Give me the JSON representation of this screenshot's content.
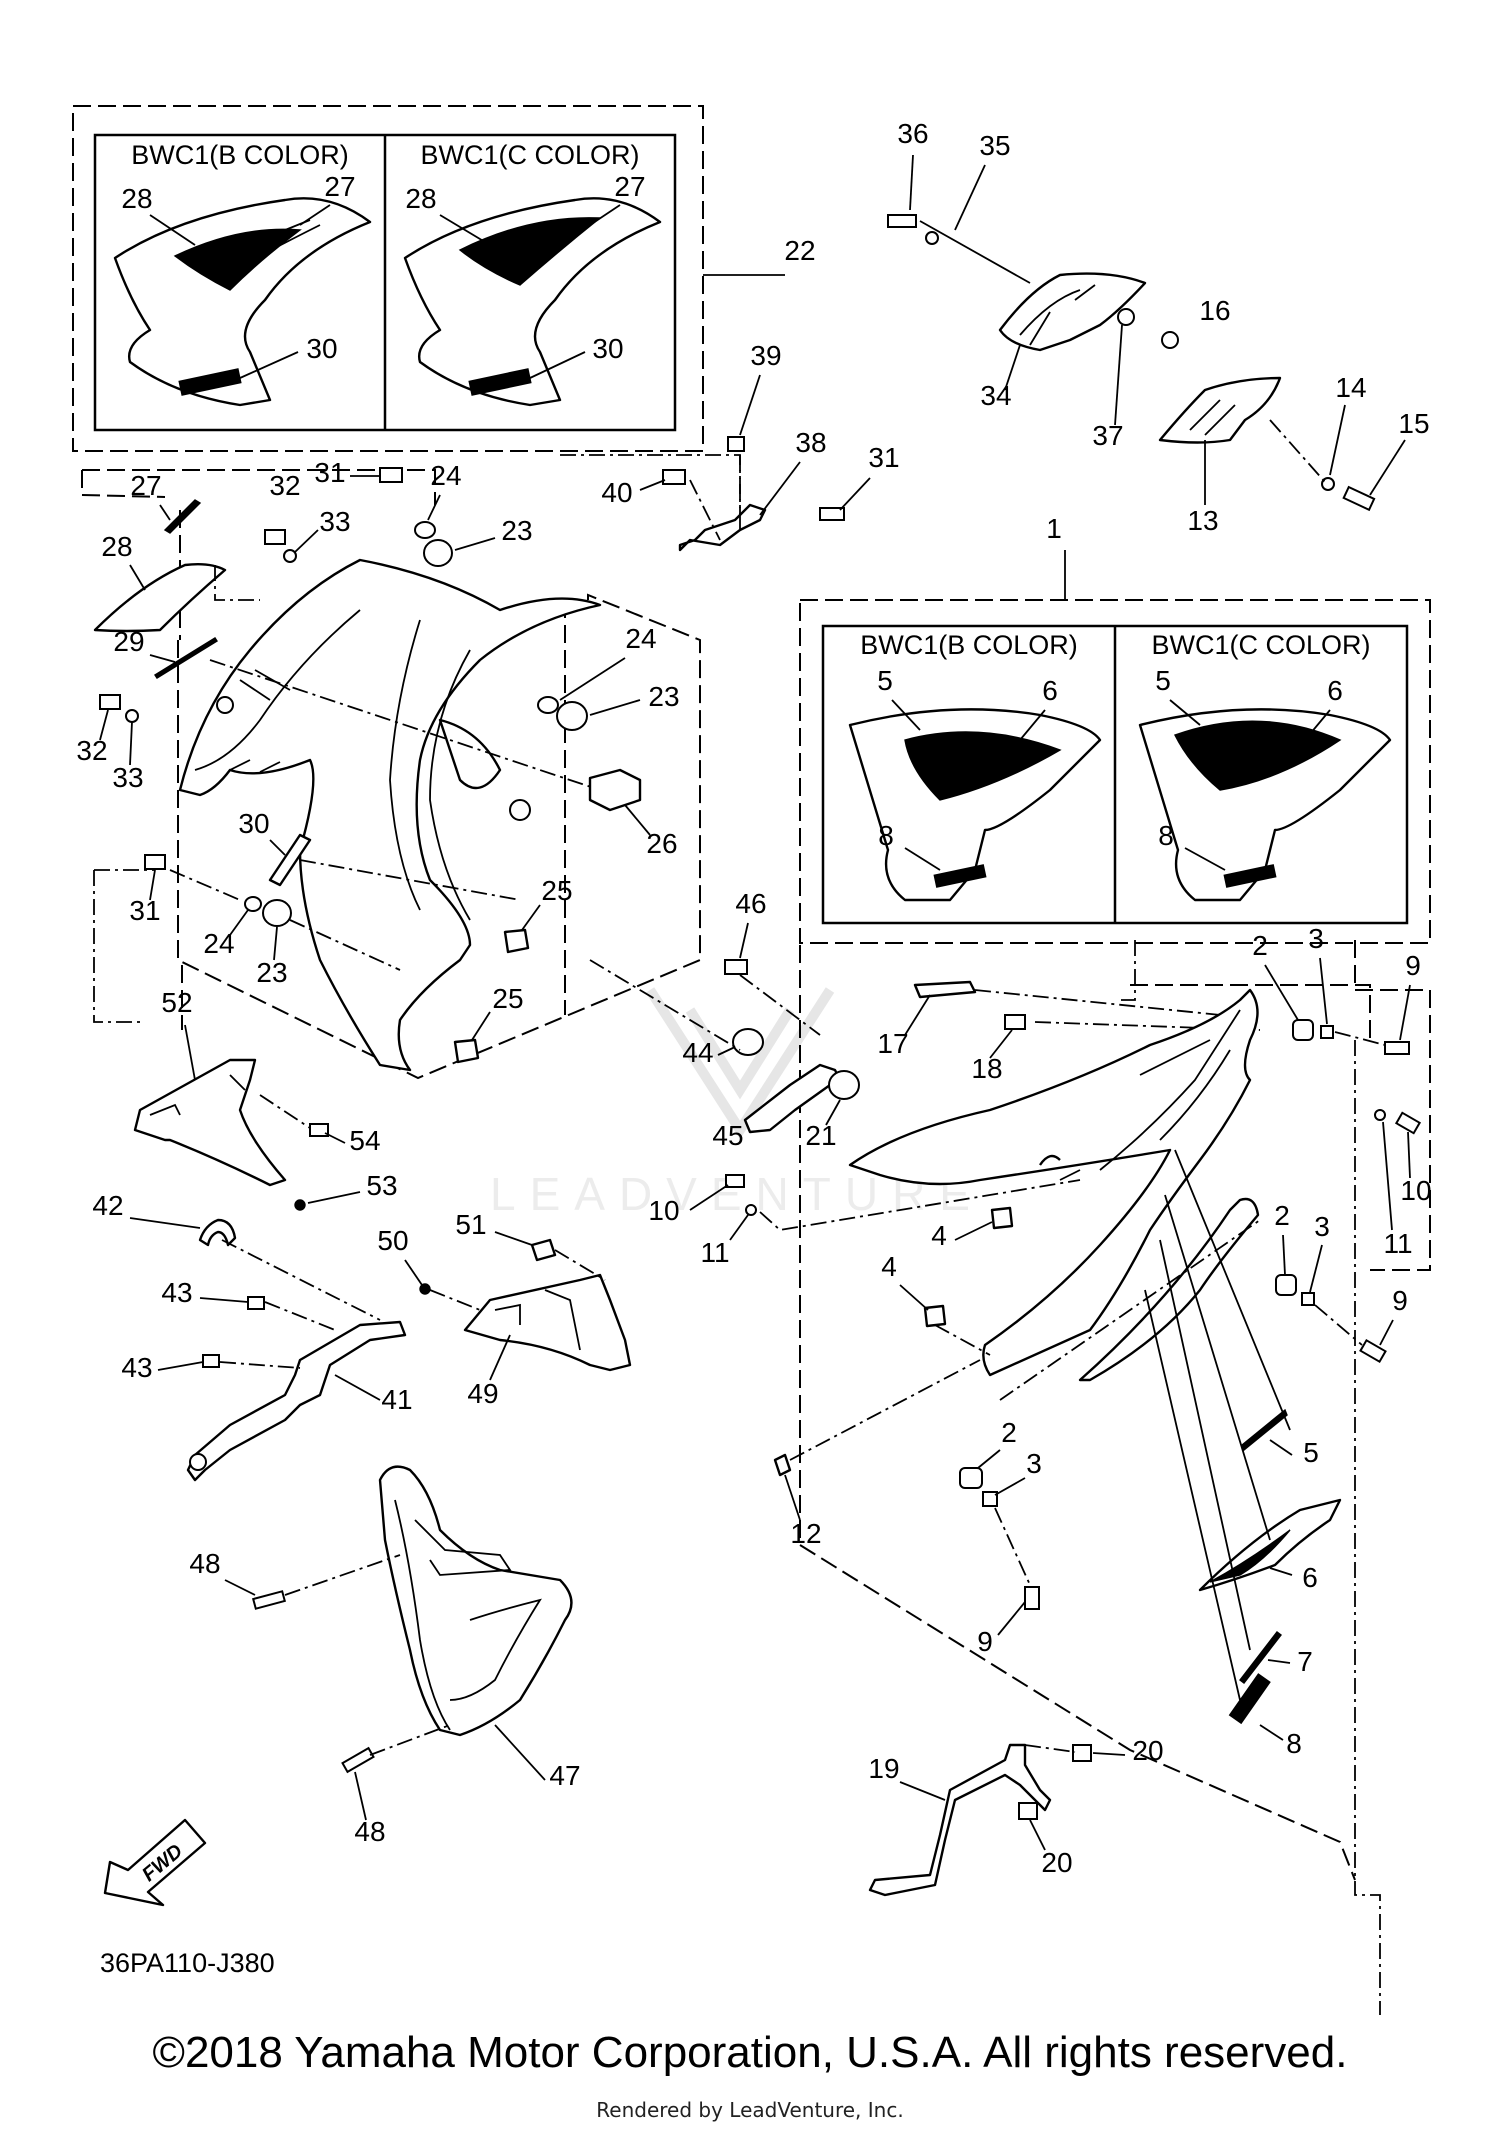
{
  "diagram": {
    "drawing_code": "36PA110-J380",
    "watermark": "LEADVENTURE",
    "fwd_label": "FWD",
    "inset_upper": {
      "left_header": "BWC1(B COLOR)",
      "right_header": "BWC1(C COLOR)",
      "callouts": [
        "28",
        "27",
        "30",
        "28",
        "27",
        "30",
        "22"
      ]
    },
    "inset_lower": {
      "left_header": "BWC1(B COLOR)",
      "right_header": "BWC1(C COLOR)",
      "callouts": [
        "5",
        "6",
        "8",
        "5",
        "6",
        "8",
        "1"
      ]
    },
    "callouts": {
      "c36": "36",
      "c35": "35",
      "c34": "34",
      "c37": "37",
      "c16": "16",
      "c14": "14",
      "c15": "15",
      "c13": "13",
      "c39": "39",
      "c38": "38",
      "c40": "40",
      "c31a": "31",
      "c31b": "31",
      "c31c": "31",
      "c32a": "32",
      "c33a": "33",
      "c24a": "24",
      "c23a": "23",
      "c27": "27",
      "c28": "28",
      "c29": "29",
      "c32b": "32",
      "c33b": "33",
      "c24b": "24",
      "c23b": "23",
      "c26": "26",
      "c30": "30",
      "c24c": "24",
      "c23c": "23",
      "c25a": "25",
      "c25b": "25",
      "c52": "52",
      "c54": "54",
      "c53": "53",
      "c46": "46",
      "c44": "44",
      "c45": "45",
      "c17": "17",
      "c18": "18",
      "c21": "21",
      "c2a": "2",
      "c3a": "3",
      "c9a": "9",
      "c11a": "11",
      "c10a": "10",
      "c10b": "10",
      "c11b": "11",
      "c4a": "4",
      "c4b": "4",
      "c2b": "2",
      "c3b": "3",
      "c9b": "9",
      "c42": "42",
      "c43a": "43",
      "c43b": "43",
      "c41": "41",
      "c50": "50",
      "c51": "51",
      "c49": "49",
      "c12": "12",
      "c2c": "2",
      "c3c": "3",
      "c9c": "9",
      "c5": "5",
      "c6": "6",
      "c7": "7",
      "c8": "8",
      "c48a": "48",
      "c47": "47",
      "c48b": "48",
      "c19": "19",
      "c20a": "20",
      "c20b": "20"
    },
    "copyright": "©2018 Yamaha Motor Corporation, U.S.A. All rights reserved.",
    "rendered_by": "Rendered by LeadVenture, Inc."
  }
}
